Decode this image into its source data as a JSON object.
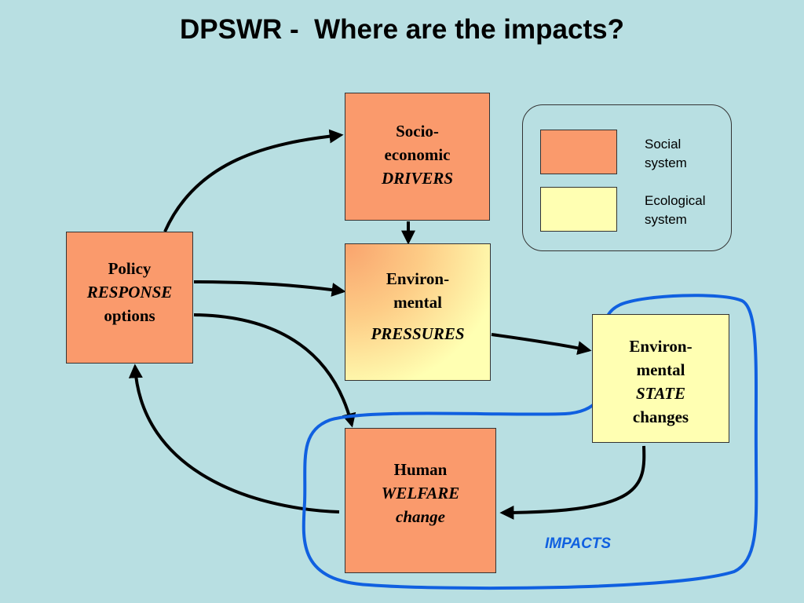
{
  "title": "DPSWR -  Where are the impacts?",
  "nodes": {
    "drivers": {
      "line1": "Socio-",
      "line2": "economic",
      "line3": "DRIVERS"
    },
    "pressures": {
      "line1": "Environ-",
      "line2": "mental",
      "line3": "PRESSURES"
    },
    "response": {
      "line1": "Policy",
      "line2": "RESPONSE",
      "line3": "options"
    },
    "state": {
      "line1": "Environ-",
      "line2": "mental",
      "line3": "STATE",
      "line4": "changes"
    },
    "welfare": {
      "line1": "Human",
      "line2": "WELFARE",
      "line3": "change"
    }
  },
  "legend": {
    "social_label_1": "Social",
    "social_label_2": "system",
    "ecological_label_1": "Ecological",
    "ecological_label_2": "system"
  },
  "impacts_label": "IMPACTS",
  "colors": {
    "background": "#b8dfe2",
    "social_system": "#fa9a6c",
    "ecological_system": "#ffffb2",
    "impacts_outline": "#1060e0",
    "arrows": "#000000"
  }
}
